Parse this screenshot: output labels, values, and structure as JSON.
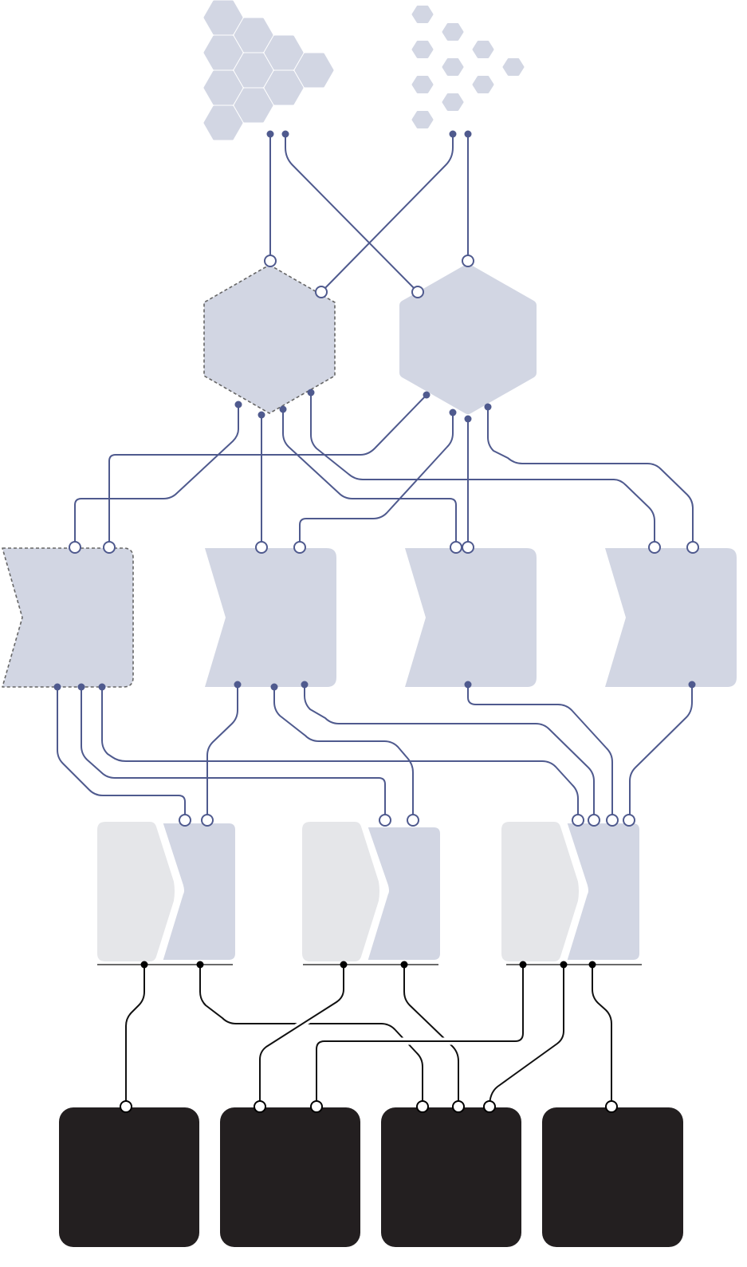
{
  "colors": {
    "node_fill": "#d2d6e3",
    "ghost_fill": "#e5e6e9",
    "wire": "#4f5a8e",
    "dashed_outline": "#666666",
    "sink_fill": "#231f20",
    "sink_wire": "#111111",
    "port_fill": "#ffffff"
  },
  "icons": {
    "source_cluster_dense": "hexagon-cluster",
    "source_cluster_sparse": "hexagon-cluster-sparse",
    "layer2_nodes": "hexagon",
    "layer3_nodes": "notched-block",
    "layer4_nodes": "chevron-pair",
    "sinks": "rounded-square"
  }
}
